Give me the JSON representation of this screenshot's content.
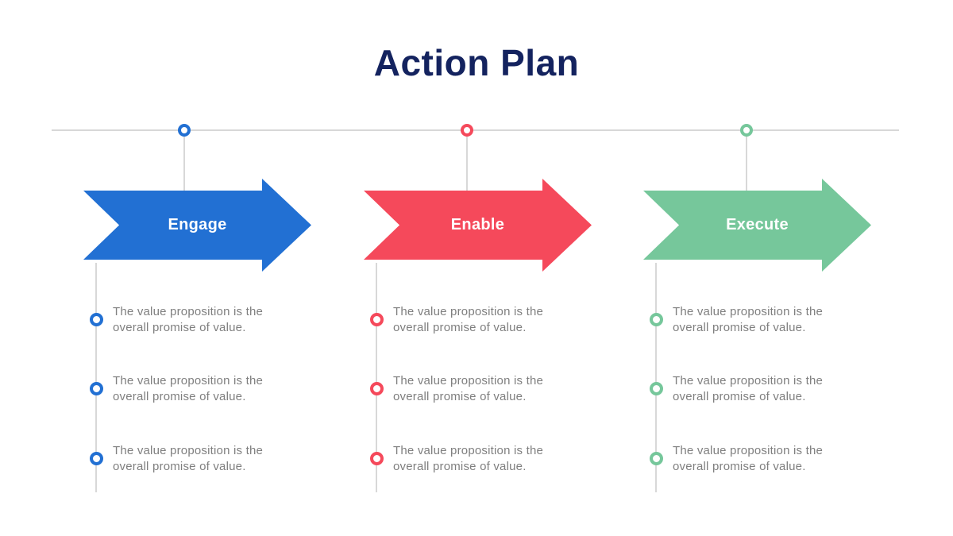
{
  "title": "Action Plan",
  "colors": {
    "navy": "#14235f",
    "blue": "#2270d3",
    "red": "#f5495b",
    "green": "#76c79b",
    "line": "#d8d8d8",
    "gray": "#7f7f7f"
  },
  "columns": [
    {
      "label": "Engage",
      "accent": "blue",
      "items": [
        "The value proposition is the overall promise of value.",
        "The value proposition is the overall promise of value.",
        "The value proposition is the overall promise of value."
      ]
    },
    {
      "label": "Enable",
      "accent": "red",
      "items": [
        "The value proposition is the overall promise of value.",
        "The value proposition is the overall promise of value.",
        "The value proposition is the overall promise of value."
      ]
    },
    {
      "label": "Execute",
      "accent": "green",
      "items": [
        "The value proposition is the overall promise of value.",
        "The value proposition is the overall promise of value.",
        "The value proposition is the overall promise of value."
      ]
    }
  ]
}
